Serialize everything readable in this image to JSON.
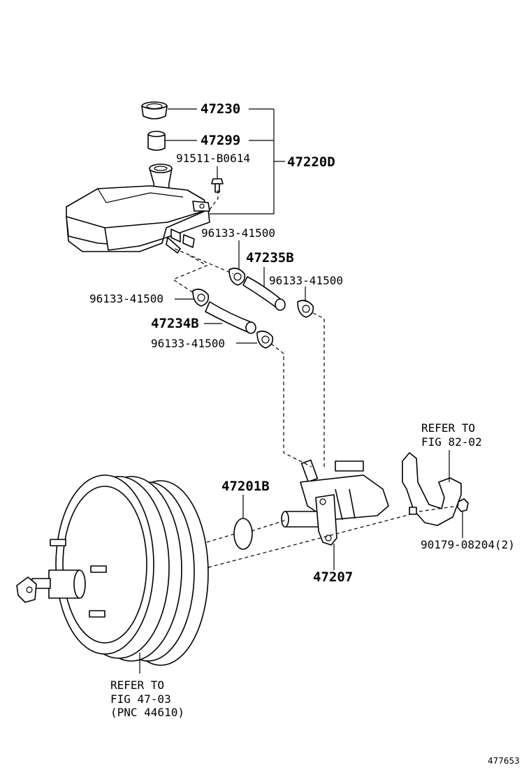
{
  "labels": {
    "p47230": "47230",
    "p47299": "47299",
    "p91511": "91511-B0614",
    "p47220d": "47220D",
    "p96133_a": "96133-41500",
    "p47235b": "47235B",
    "p96133_b": "96133-41500",
    "p96133_c": "96133-41500",
    "p47234b": "47234B",
    "p96133_d": "96133-41500",
    "refer82_line1": "REFER TO",
    "refer82_line2": "FIG 82-02",
    "p47201b": "47201B",
    "p47207": "47207",
    "p90179": "90179-08204(2)",
    "refer47_line1": "REFER TO",
    "refer47_line2": "FIG 47-03",
    "refer47_line3": "(PNC 44610)",
    "diagram_number": "477653"
  }
}
